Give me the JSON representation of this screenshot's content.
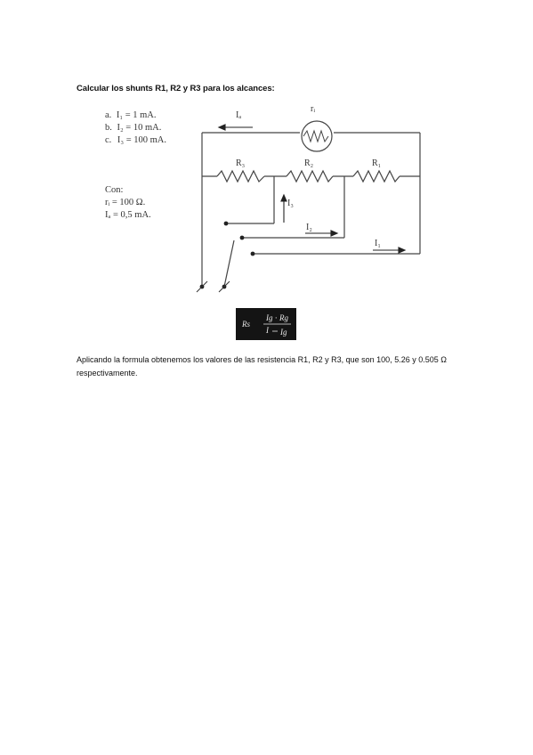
{
  "document": {
    "heading": "Calcular los shunts R1, R2 y R3 para los alcances:",
    "options": [
      {
        "marker": "a.",
        "text": "I₁ = 1 mA."
      },
      {
        "marker": "b.",
        "text": "I₂ = 10 mA."
      },
      {
        "marker": "c.",
        "text": "I₃ = 100 mA."
      }
    ],
    "given_heading": "Con:",
    "given": [
      "rᵢ = 100 Ω.",
      "Iₐ = 0,5 mA."
    ],
    "conclusion": "Aplicando la formula obtenemos los valores de las resistencia R1, R2 y R3, que son 100, 5.26 y 0.505 Ω respectivamente."
  },
  "circuit": {
    "meter_label": "rᵢ",
    "meter_current_label": "Iₐ",
    "resistor_labels": [
      "R₃",
      "R₂",
      "R₁"
    ],
    "current_labels": [
      "I₃",
      "I₂",
      "I₁"
    ]
  },
  "formula": {
    "lhs": "Rs",
    "num_a": "Ig",
    "dot": "·",
    "num_b": "Rg",
    "den_a": "I",
    "den_b": "Ig"
  }
}
